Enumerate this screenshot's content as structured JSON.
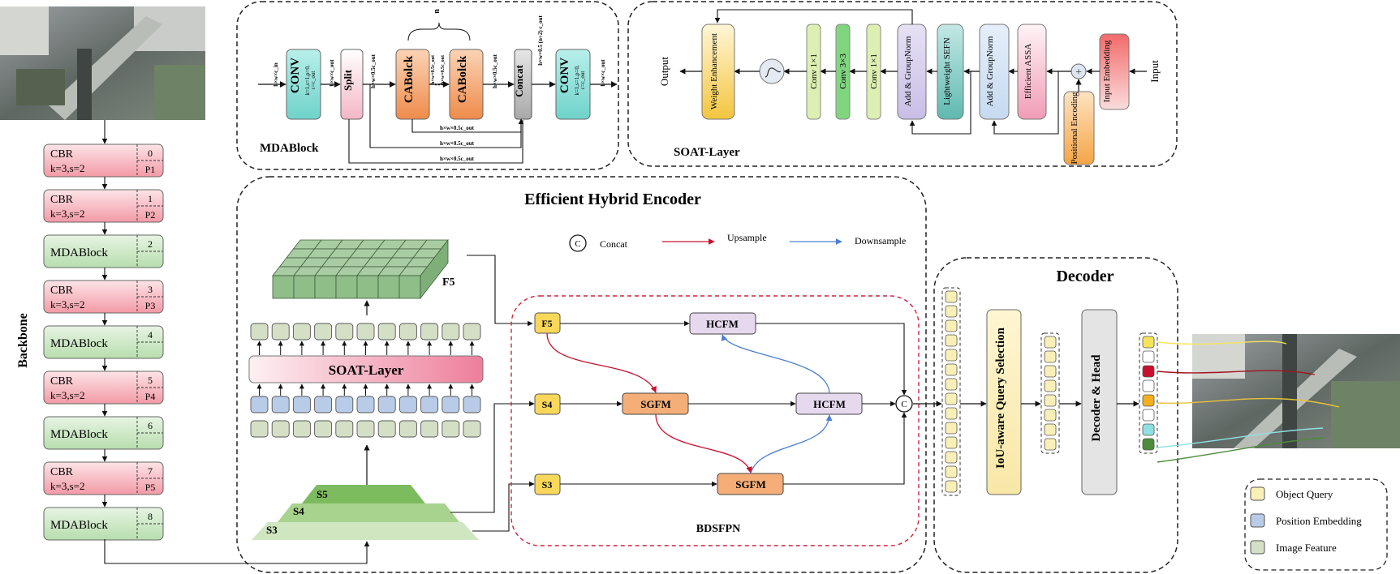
{
  "backbone": {
    "label": "Backbone",
    "blocks": [
      {
        "type": "CBR",
        "name": "CBR",
        "sub": "k=3,s=2",
        "idx": "0",
        "tag": "P1"
      },
      {
        "type": "CBR",
        "name": "CBR",
        "sub": "k=3,s=2",
        "idx": "1",
        "tag": "P2"
      },
      {
        "type": "MDA",
        "name": "MDABlock",
        "sub": "",
        "idx": "2",
        "tag": ""
      },
      {
        "type": "CBR",
        "name": "CBR",
        "sub": "k=3,s=2",
        "idx": "3",
        "tag": "P3"
      },
      {
        "type": "MDA",
        "name": "MDABlock",
        "sub": "",
        "idx": "4",
        "tag": ""
      },
      {
        "type": "CBR",
        "name": "CBR",
        "sub": "k=3,s=2",
        "idx": "5",
        "tag": "P4"
      },
      {
        "type": "MDA",
        "name": "MDABlock",
        "sub": "",
        "idx": "6",
        "tag": ""
      },
      {
        "type": "CBR",
        "name": "CBR",
        "sub": "k=3,s=2",
        "idx": "7",
        "tag": "P5"
      },
      {
        "type": "MDA",
        "name": "MDABlock",
        "sub": "",
        "idx": "8",
        "tag": ""
      }
    ]
  },
  "mdablock": {
    "title": "MDABlock",
    "conv_label": "CONV",
    "conv_params": "k=1,s=1,p=0,",
    "conv_params2": "c=c_out",
    "split_label": "Split",
    "cablock_label": "CABolck",
    "concat_label": "Concat",
    "dims": {
      "in": "h×w×c_in",
      "conv_out": "h×w×c_out",
      "half": "h×w×0.5c_out",
      "stack": "h×w×0.5c_out",
      "concat_out": "h×w×0.5 (n+2) c_out",
      "out": "h×w×c_out",
      "n": "n"
    },
    "bypass_dims": [
      "h×w×0.5c_out",
      "h×w×0.5c_out",
      "h×w×0.5c_out"
    ]
  },
  "soat": {
    "title": "SOAT-Layer",
    "output": "Output",
    "input": "Input",
    "weight_enh": "Weight Enhancement",
    "conv1a": "Conv 1×1",
    "conv3": "Conv 3×3",
    "conv1b": "Conv 1×1",
    "addnorm": "Add & GroupNorm",
    "sefn": "Lightweight SEFN",
    "addnorm2": "Add & GroupNorm",
    "assa": "Efficient ASSA",
    "input_emb": "Input Embedding",
    "pos_enc": "Positional Encoding"
  },
  "encoder": {
    "title": "Efficient Hybrid Encoder",
    "f5_label": "F5",
    "soat_bar": "SOAT-Layer",
    "s5": "S5",
    "s4": "S4",
    "s3": "S3",
    "legend": {
      "concat": "Concat",
      "up": "Upsample",
      "down": "Downsample",
      "c": "C"
    }
  },
  "bdsfpn": {
    "label": "BDSFPN",
    "f5": "F5",
    "s4": "S4",
    "s3": "S3",
    "hcfm": "HCFM",
    "sgfm": "SGFM",
    "c": "C"
  },
  "decoder": {
    "title": "Decoder",
    "iou": "IoU-aware Query Selection",
    "head": "Decoder & Head"
  },
  "legend_box": {
    "items": [
      {
        "label": "Object Query",
        "color": "#FBEFB8"
      },
      {
        "label": "Position Embedding",
        "color": "#B8CCE8"
      },
      {
        "label": "Image Feature",
        "color": "#D5DFC6"
      }
    ]
  },
  "colors": {
    "cbr": "#F7B9C0",
    "mda": "#CDE8C6",
    "yellow": "#F9D75A",
    "orange": "#F6AE78",
    "lilac": "#E3D6EC",
    "red": "#C8102E",
    "blue": "#4E7FD0"
  }
}
